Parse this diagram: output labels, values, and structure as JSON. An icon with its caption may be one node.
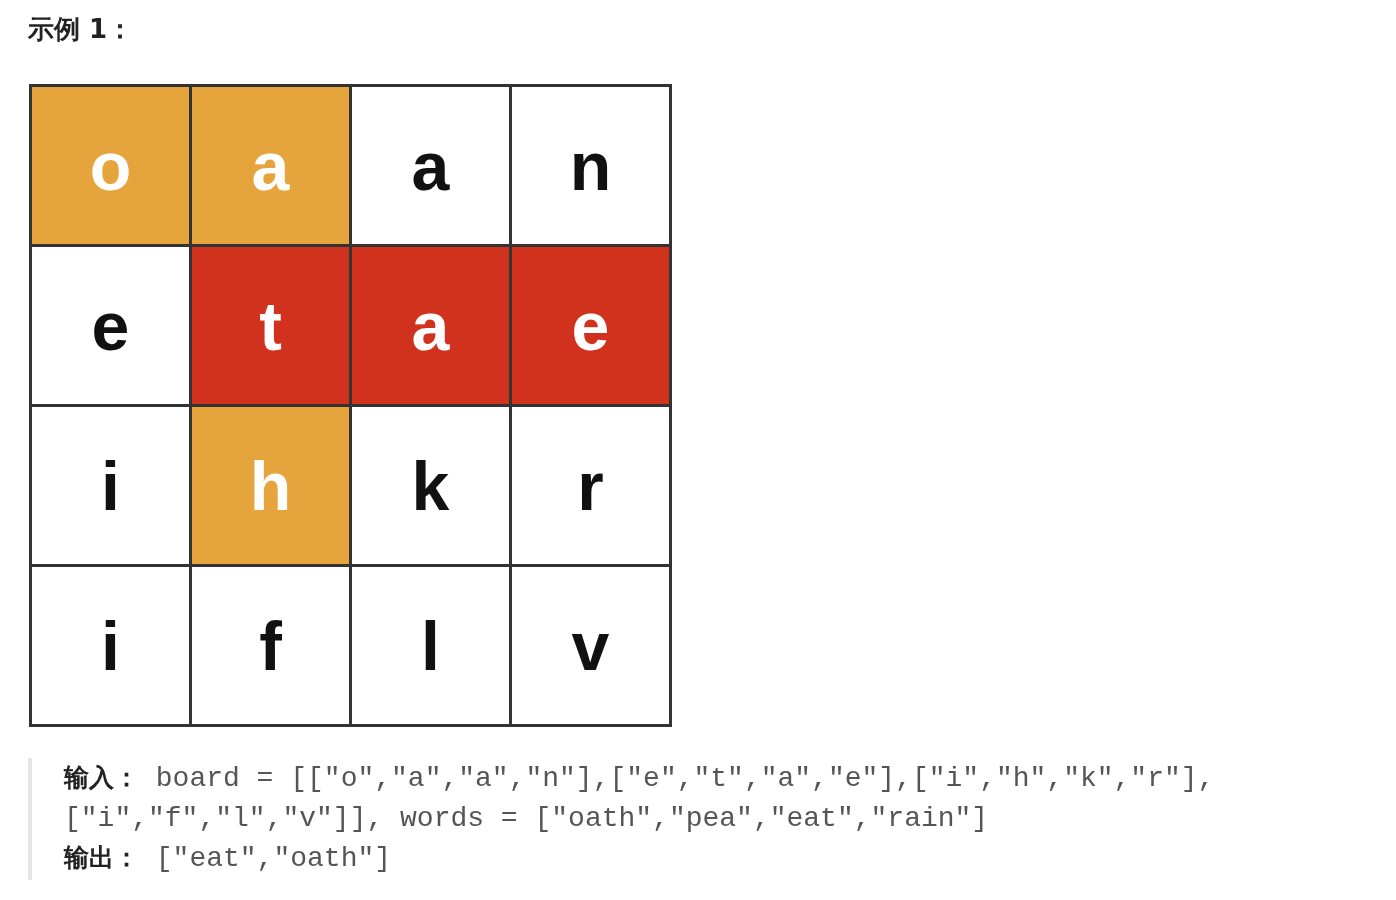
{
  "diagram": {
    "title": "示例 1：",
    "labels": [
      "o",
      "a",
      "a",
      "n",
      "e",
      "t",
      "a",
      "e",
      "i",
      "h",
      "k",
      "r",
      "i",
      "f",
      "l",
      "v",
      "**输入：** board = [[\"o\",\"a\",\"a\",\"n\"],[\"e\",\"t\",\"a\",\"e\"],[\"i\",\"h\",\"k\",\"r\"],[\"i\",\"f\",\"l\",\"v\"]], words = [\"oath\",\"pea\",\"eat\",\"rain\"]",
      "**输出：** [\"eat\",\"oath\"]"
    ]
  }
}
